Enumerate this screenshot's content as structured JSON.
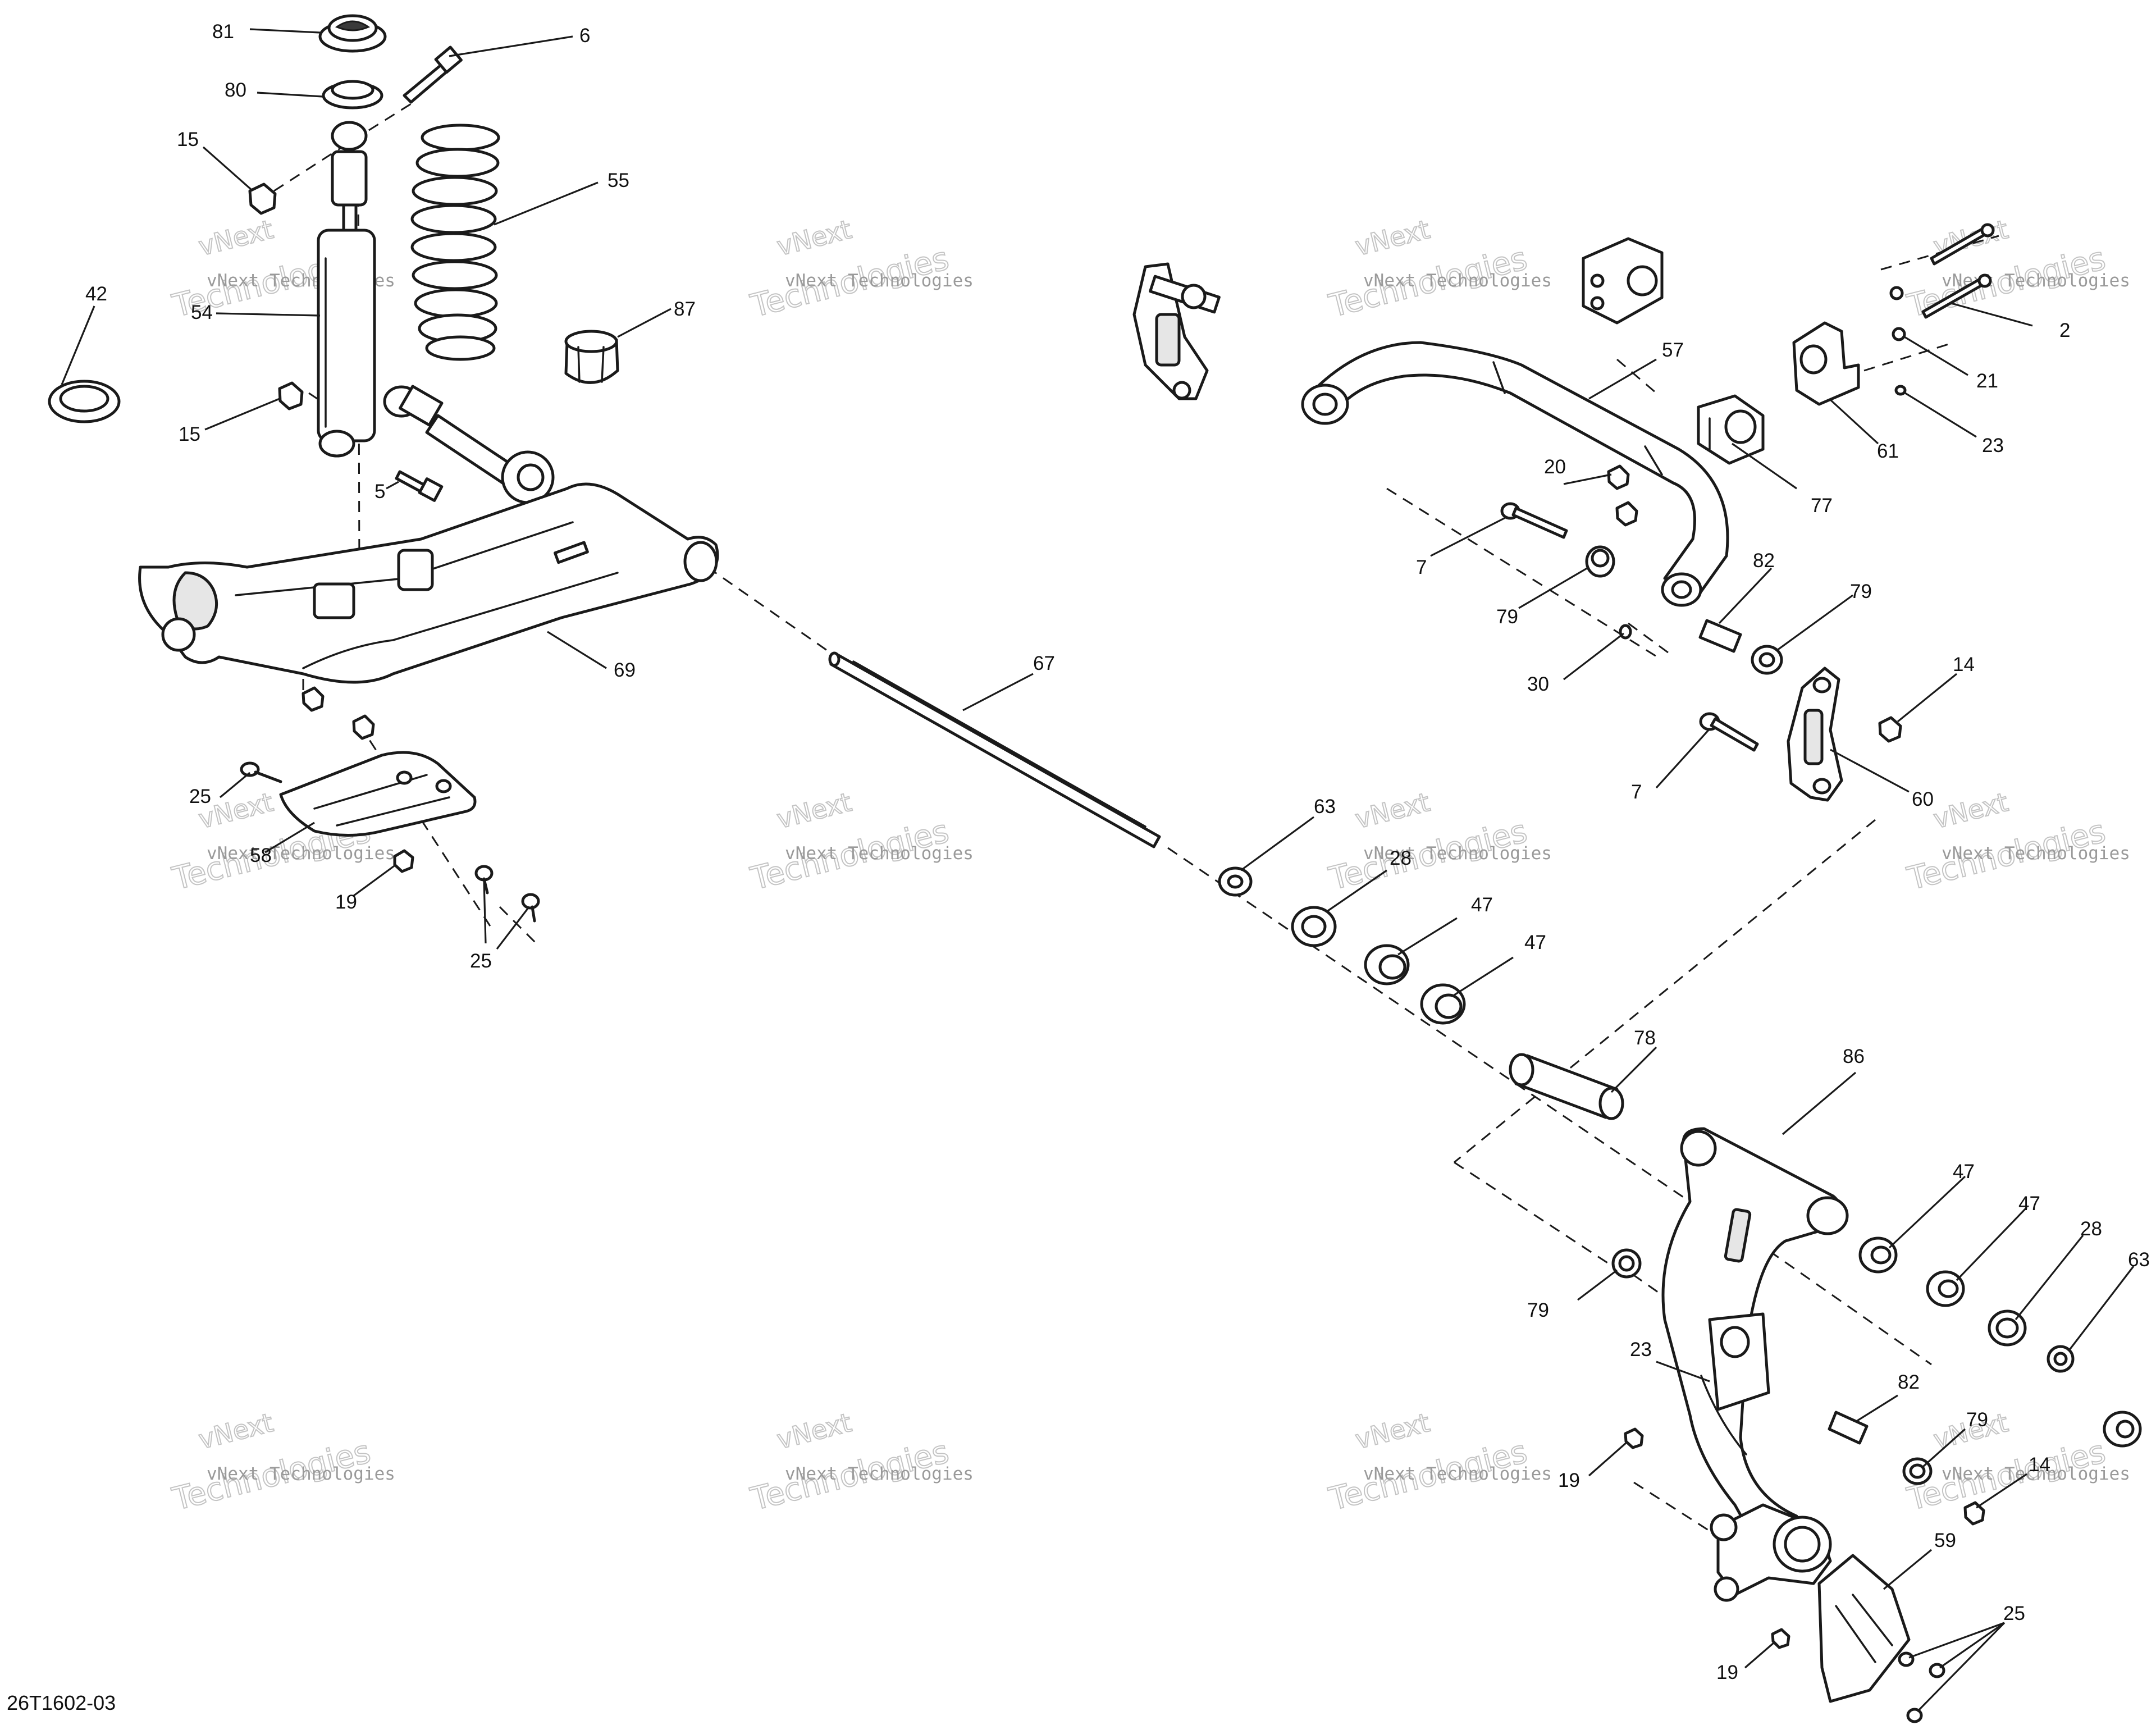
{
  "diagram": {
    "reference_code": "26T1602-03",
    "watermark": {
      "line1": "vNext",
      "line2": "vNext Technologies",
      "line3": "Technologies"
    },
    "callouts": {
      "c81": "81",
      "c6": "6",
      "c80": "80",
      "c15a": "15",
      "c55": "55",
      "c42": "42",
      "c54": "54",
      "c87": "87",
      "c15b": "15",
      "c5": "5",
      "c69": "69",
      "c25a": "25",
      "c58": "58",
      "c19a": "19",
      "c25b": "25",
      "c67": "67",
      "c63a": "63",
      "c28a": "28",
      "c47a": "47",
      "c47b": "47",
      "c57": "57",
      "c2": "2",
      "c21": "21",
      "c23a": "23",
      "c61": "61",
      "c77": "77",
      "c20": "20",
      "c7a": "7",
      "c79a": "79",
      "c82a": "82",
      "c79b": "79",
      "c30": "30",
      "c14a": "14",
      "c7b": "7",
      "c60": "60",
      "c78": "78",
      "c86": "86",
      "c47c": "47",
      "c47d": "47",
      "c28b": "28",
      "c63b": "63",
      "c79c": "79",
      "c23b": "23",
      "c82b": "82",
      "c79d": "79",
      "c14b": "14",
      "c19b": "19",
      "c59": "59",
      "c25c": "25",
      "c19c": "19"
    }
  }
}
